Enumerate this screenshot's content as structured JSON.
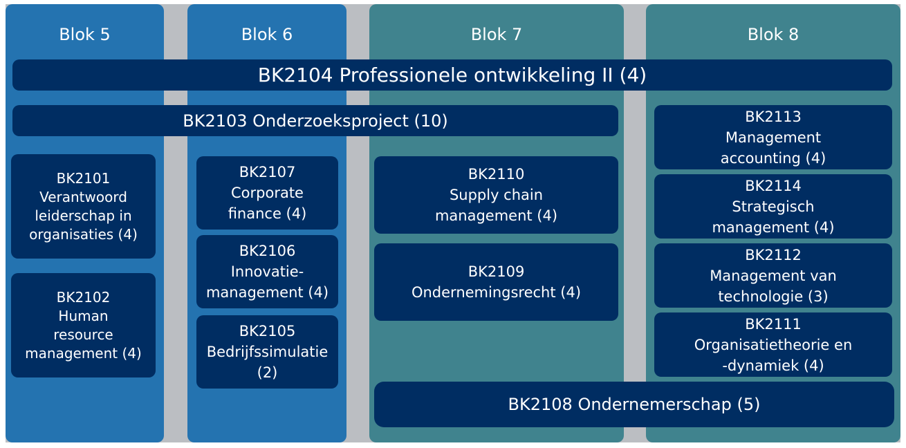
{
  "colors": {
    "block_blue": "#2473b0",
    "block_teal": "#40838e",
    "course_navy": "#002d62",
    "gutter_grey": "#bbbec2",
    "text": "#ffffff"
  },
  "blocks": [
    {
      "title": "Blok 5"
    },
    {
      "title": "Blok 6"
    },
    {
      "title": "Blok 7"
    },
    {
      "title": "Blok 8"
    }
  ],
  "courses": {
    "bk2104": {
      "lines": [
        "BK2104 Professionele ontwikkeling II (4)"
      ]
    },
    "bk2103": {
      "lines": [
        "BK2103 Onderzoeksproject (10)"
      ]
    },
    "bk2101": {
      "lines": [
        "BK2101",
        "Verantwoord",
        "leiderschap in",
        "organisaties (4)"
      ]
    },
    "bk2102": {
      "lines": [
        "BK2102",
        "Human",
        "resource",
        "management (4)"
      ]
    },
    "bk2107": {
      "lines": [
        "BK2107",
        "Corporate",
        "finance (4)"
      ]
    },
    "bk2106": {
      "lines": [
        "BK2106",
        "Innovatie-",
        "management (4)"
      ]
    },
    "bk2105": {
      "lines": [
        "BK2105",
        "Bedrijfssimulatie",
        "(2)"
      ]
    },
    "bk2110": {
      "lines": [
        "BK2110",
        "Supply chain",
        "management (4)"
      ]
    },
    "bk2109": {
      "lines": [
        "BK2109",
        "Ondernemingsrecht (4)"
      ]
    },
    "bk2108": {
      "lines": [
        "BK2108 Ondernemerschap (5)"
      ]
    },
    "bk2113": {
      "lines": [
        "BK2113",
        "Management",
        "accounting (4)"
      ]
    },
    "bk2114": {
      "lines": [
        "BK2114",
        "Strategisch",
        "management (4)"
      ]
    },
    "bk2112": {
      "lines": [
        "BK2112",
        "Management van",
        "technologie (3)"
      ]
    },
    "bk2111": {
      "lines": [
        "BK2111",
        "Organisatietheorie en",
        "-dynamiek (4)"
      ]
    }
  }
}
